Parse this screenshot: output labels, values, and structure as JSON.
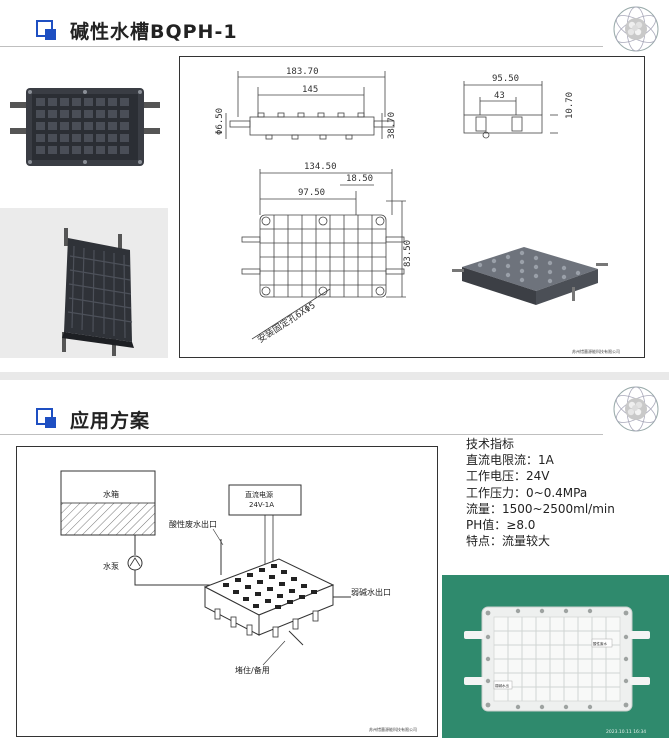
{
  "slide1": {
    "title": "碱性水槽BQPH-1",
    "drawing": {
      "dims": {
        "d_183_70": "183.70",
        "d_145": "145",
        "d_6_50": "Φ6.50",
        "d_38_70": "38.70",
        "d_95_50": "95.50",
        "d_43": "43",
        "d_10_70": "10.70",
        "d_134_50": "134.50",
        "d_97_50": "97.50",
        "d_18_50": "18.50",
        "d_83_50": "83.50"
      },
      "hole_note": "安装固定孔6XΦ5",
      "company": "苏州惜墨源能科技有限公司"
    }
  },
  "slide2": {
    "title": "应用方案",
    "diagram": {
      "tank_label": "水箱",
      "pump_label": "水泵",
      "power_label_1": "直流电源",
      "power_label_2": "24V-1A",
      "acid_outlet": "酸性废水出口",
      "alkaline_outlet": "弱碱水出口",
      "plug_label": "堵住/备用",
      "company": "苏州惜墨源能科技有限公司"
    },
    "specs": {
      "heading": "技术指标",
      "current": "直流电限流：1A",
      "voltage": "工作电压：24V",
      "pressure": "工作压力：0~0.4MPa",
      "flow": "流量：1500~2500ml/min",
      "ph": "PH值：≥8.0",
      "feature": "特点：流量较大"
    },
    "photo": {
      "label_left": "弱碱水出",
      "label_right": "酸性废水",
      "timestamp": "2023.10.11  16:34"
    }
  },
  "colors": {
    "accent": "#1e4fc2",
    "photo_bg": "#2f8a6d"
  }
}
